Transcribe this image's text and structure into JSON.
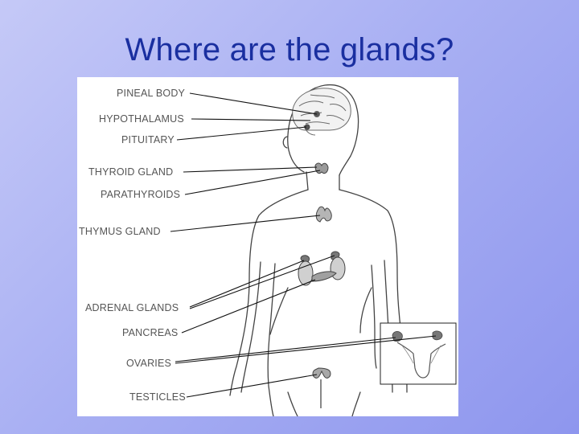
{
  "slide": {
    "title": "Where are the glands?",
    "colors": {
      "background_from": "#c5c9f7",
      "background_to": "#8e96ee",
      "title": "#1a2fa0"
    }
  },
  "diagram": {
    "labels": {
      "pineal_body": "PINEAL BODY",
      "hypothalamus": "HYPOTHALAMUS",
      "pituitary": "PITUITARY",
      "thyroid_gland": "THYROID GLAND",
      "parathyroids": "PARATHYROIDS",
      "thymus_gland": "THYMUS GLAND",
      "adrenal_glands": "ADRENAL GLANDS",
      "pancreas": "PANCREAS",
      "ovaries": "OVARIES",
      "testicles": "TESTICLES"
    }
  }
}
